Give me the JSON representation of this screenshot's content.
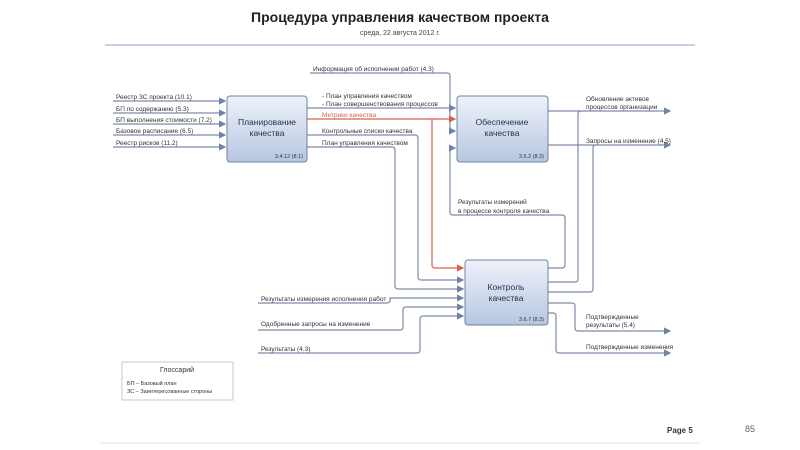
{
  "header": {
    "title": "Процедура управления качеством проекта",
    "subtitle": "среда, 22 августа 2012 г."
  },
  "boxes": [
    {
      "title1": "Планирование",
      "title2": "качества",
      "code": "3.4.12 (8.1)"
    },
    {
      "title1": "Обеспечение",
      "title2": "качества",
      "code": "3.5.2 (8.2)"
    },
    {
      "title1": "Контроль",
      "title2": "качества",
      "code": "3.6.7 (8.3)"
    }
  ],
  "inputs": [
    "Реестр ЗС проекта (10.1)",
    "БП по содержанию (5.3)",
    "БП выполнения стоимости (7.2)",
    "Базовое расписание (6.5)",
    "Реестр рисков (11.2)"
  ],
  "flows": {
    "info": "Информация об исполнении работ (4.3)",
    "plan1": "- План управления качеством",
    "plan2": "- План совершенствования процессов",
    "metrics": "Метрики качества",
    "checklists": "Контрольные списки качества",
    "qplan": "План управления качеством",
    "updates1": "Обновление активов",
    "updates2": "процессов организации",
    "changes": "Запросы на изменение (4.5)",
    "meas1": "Результаты измерений",
    "meas2": "в процессе контроля качества",
    "perf": "Результаты измерения исполнения работ",
    "approved": "Одобренные запросы на изменение",
    "results": "Результаты (4.3)",
    "validated1": "Подтвержденные",
    "validated2": "результаты (5.4)",
    "validatedChanges": "Подтвержденные изменения"
  },
  "glossary": {
    "title": "Глоссарий",
    "items": [
      "БП – Базовый план",
      "ЗС – Заинтересованные стороны"
    ]
  },
  "footer": {
    "page": "Page 5",
    "slide_number": "85"
  },
  "colors": {
    "line": "#7f8ba6",
    "accent": "#d9604a"
  }
}
